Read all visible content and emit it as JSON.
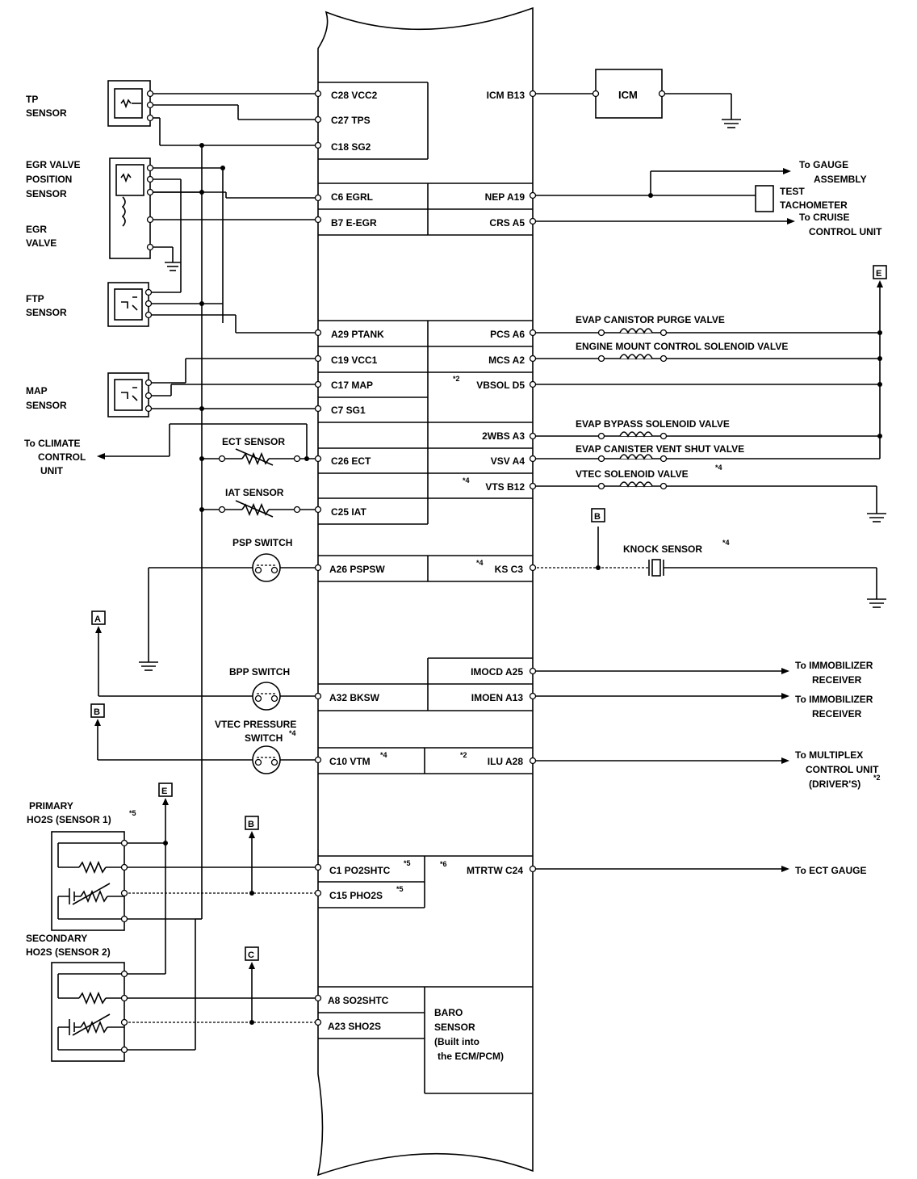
{
  "ecm_pins_left": {
    "c28": "C28 VCC2",
    "c27": "C27 TPS",
    "c18": "C18 SG2",
    "c6": "C6 EGRL",
    "b7": "B7 E-EGR",
    "a29": "A29 PTANK",
    "c19": "C19 VCC1",
    "c17": "C17 MAP",
    "c7": "C7 SG1",
    "c26": "C26 ECT",
    "c25": "C25 IAT",
    "a26": "A26 PSPSW",
    "a32": "A32 BKSW",
    "c10": "C10 VTM",
    "c1": "C1 PO2SHTC",
    "c15": "C15 PHO2S",
    "a8": "A8 SO2SHTC",
    "a23": "A23 SHO2S"
  },
  "ecm_pins_right": {
    "b13": "ICM B13",
    "a19": "NEP A19",
    "a5": "CRS A5",
    "a6": "PCS A6",
    "a2": "MCS A2",
    "d5": "VBSOL D5",
    "a3": "2WBS A3",
    "a4": "VSV A4",
    "b12": "VTS B12",
    "c3": "KS C3",
    "a25": "IMOCD A25",
    "a13": "IMOEN A13",
    "a28": "ILU A28",
    "c24": "MTRTW C24"
  },
  "marks": {
    "n2": "*2",
    "n4": "*4",
    "n5": "*5",
    "n6": "*6"
  },
  "baro": {
    "l1": "BARO",
    "l2": "SENSOR",
    "l3": "(Built into",
    "l4": "the ECM/PCM)"
  },
  "components_left": {
    "tp1": "TP",
    "tp2": "SENSOR",
    "egrp1": "EGR VALVE",
    "egrp2": "POSITION",
    "egrp3": "SENSOR",
    "egr1": "EGR",
    "egr2": "VALVE",
    "ftp1": "FTP",
    "ftp2": "SENSOR",
    "map1": "MAP",
    "map2": "SENSOR",
    "clim1": "To CLIMATE",
    "clim2": "CONTROL",
    "clim3": "UNIT",
    "ect": "ECT SENSOR",
    "iat": "IAT SENSOR",
    "psp": "PSP SWITCH",
    "bpp": "BPP SWITCH",
    "vtp1": "VTEC PRESSURE",
    "vtp2": "SWITCH",
    "pri1": "PRIMARY",
    "pri2": "HO2S (SENSOR 1)",
    "sec1": "SECONDARY",
    "sec2": "HO2S (SENSOR 2)"
  },
  "components_right": {
    "icm": "ICM",
    "gauge1": "To GAUGE",
    "gauge2": "ASSEMBLY",
    "tach1": "TEST",
    "tach2": "TACHOMETER",
    "cruise1": "To CRUISE",
    "cruise2": "CONTROL UNIT",
    "purge": "EVAP CANISTOR PURGE VALVE",
    "mount": "ENGINE MOUNT CONTROL SOLENOID VALVE",
    "bypass": "EVAP BYPASS SOLENOID VALVE",
    "vent": "EVAP CANISTER VENT SHUT VALVE",
    "vtec": "VTEC SOLENOID VALVE",
    "knock": "KNOCK SENSOR",
    "immo1a": "To IMMOBILIZER",
    "immo1b": "RECEIVER",
    "immo2a": "To IMMOBILIZER",
    "immo2b": "RECEIVER",
    "mpx1": "To MULTIPLEX",
    "mpx2": "CONTROL UNIT",
    "mpx3": "(DRIVER'S)",
    "ectg": "To ECT GAUGE"
  },
  "connectors": {
    "a": "A",
    "b": "B",
    "c": "C",
    "e": "E"
  }
}
